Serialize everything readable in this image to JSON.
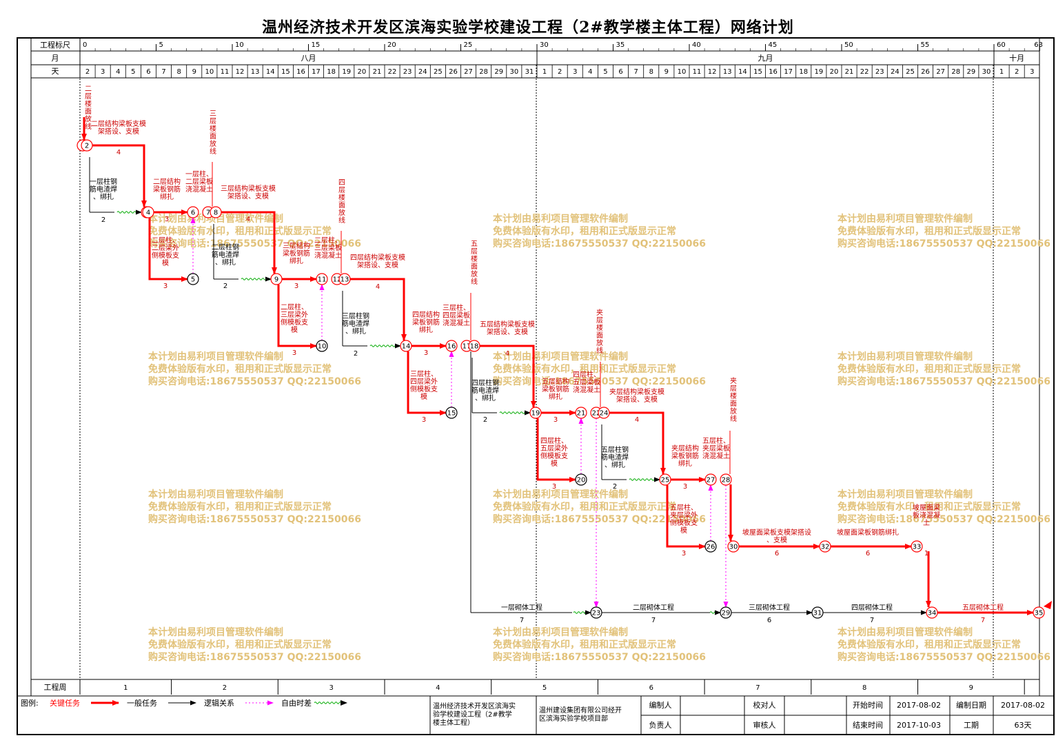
{
  "title": "温州经济技术开发区滨海实验学校建设工程（2#教学楼主体工程）网络计划",
  "header": {
    "scale_label": "工程标尺",
    "month_label": "月",
    "day_label": "天",
    "scale_ticks": [
      "0",
      "5",
      "10",
      "15",
      "20",
      "25",
      "30",
      "35",
      "40",
      "45",
      "50",
      "55",
      "60",
      "63"
    ],
    "months": [
      "八月",
      "九月",
      "十月"
    ],
    "week_label": "工程周",
    "weeks": [
      "1",
      "2",
      "3",
      "4",
      "5",
      "6",
      "7",
      "8",
      "9"
    ]
  },
  "legend": {
    "title": "图例:",
    "items": [
      {
        "label": "关键任务",
        "kind": "critical"
      },
      {
        "label": "一般任务",
        "kind": "normal"
      },
      {
        "label": "逻辑关系",
        "kind": "logic"
      },
      {
        "label": "自由时差",
        "kind": "float"
      }
    ]
  },
  "footer": {
    "project": "温州经济技术开发区滨海实验学校建设工程（2#教学楼主体工程）",
    "company": "温州建设集团有限公司经开区滨海实验学校项目部",
    "editor_label": "编制人",
    "checker_label": "校对人",
    "manager_label": "负责人",
    "reviewer_label": "审核人",
    "start_label": "开始时间",
    "start_value": "2017-08-02",
    "end_label": "结束时间",
    "end_value": "2017-10-03",
    "compiled_label": "编制日期",
    "compiled_value": "2017-08-02",
    "duration_label": "工期",
    "duration_value": "63天"
  },
  "watermark": [
    "本计划由易利项目管理软件编制",
    "免费体验版有水印，租用和正式版显示正常",
    "购买咨询电话:18675550537 QQ:22150066"
  ],
  "tasks": [
    {
      "name": "二层楼面放线",
      "dur": ""
    },
    {
      "name": "二层结构梁板支模架搭设、支模",
      "dur": "4"
    },
    {
      "name": "一层柱钢筋电渣焊、绑扎",
      "dur": "2"
    },
    {
      "name": "二层结构梁板钢筋绑扎",
      "dur": "3"
    },
    {
      "name": "一层柱、二层梁板浇混凝土",
      "dur": ""
    },
    {
      "name": "二层柱、二层梁外侧模板支模",
      "dur": "3"
    },
    {
      "name": "三层楼面放线",
      "dur": ""
    },
    {
      "name": "三层结构梁板支模架搭设、支模",
      "dur": "4"
    },
    {
      "name": "二层柱钢筋电渣焊、绑扎",
      "dur": "2"
    },
    {
      "name": "三层结构梁板钢筋绑扎",
      "dur": "3"
    },
    {
      "name": "二层柱、三层梁板浇混凝土",
      "dur": ""
    },
    {
      "name": "二层柱、三层梁外侧模板支模",
      "dur": "3"
    },
    {
      "name": "四层楼面放线",
      "dur": ""
    },
    {
      "name": "四层结构梁板支模架搭设、支模",
      "dur": "4"
    },
    {
      "name": "三层柱钢筋电渣焊、绑扎",
      "dur": "2"
    },
    {
      "name": "四层结构梁板钢筋绑扎",
      "dur": "3"
    },
    {
      "name": "三层柱、四层梁板浇混凝土",
      "dur": ""
    },
    {
      "name": "三层柱、四层梁外侧模板支模",
      "dur": "3"
    },
    {
      "name": "五层楼面放线",
      "dur": ""
    },
    {
      "name": "五层结构梁板支模架搭设、支模",
      "dur": "4"
    },
    {
      "name": "四层柱钢筋电渣焊、绑扎",
      "dur": "2"
    },
    {
      "name": "五层结构梁板钢筋绑扎",
      "dur": "3"
    },
    {
      "name": "四层柱、五层梁板浇混凝土",
      "dur": ""
    },
    {
      "name": "四层柱、五层梁外侧模板支模",
      "dur": "3"
    },
    {
      "name": "夹层楼面放线",
      "dur": ""
    },
    {
      "name": "夹层结构梁板支模架搭设、支模",
      "dur": "4"
    },
    {
      "name": "五层柱钢筋电渣焊、绑扎",
      "dur": "2"
    },
    {
      "name": "夹层结构梁板钢筋绑扎",
      "dur": "3"
    },
    {
      "name": "五层柱、夹层梁板浇混凝土",
      "dur": ""
    },
    {
      "name": "五层柱、夹层梁外侧模板支模",
      "dur": "3"
    },
    {
      "name": "坡屋面梁板支模架搭设、支模",
      "dur": "6"
    },
    {
      "name": "坡屋面梁板钢筋绑扎",
      "dur": "6"
    },
    {
      "name": "坡屋面梁板浇混凝土",
      "dur": "1"
    },
    {
      "name": "一层砌体工程",
      "dur": "7"
    },
    {
      "name": "二层砌体工程",
      "dur": "7"
    },
    {
      "name": "三层砌体工程",
      "dur": "6"
    },
    {
      "name": "四层砌体工程",
      "dur": "7"
    },
    {
      "name": "五层砌体工程",
      "dur": "7"
    }
  ]
}
